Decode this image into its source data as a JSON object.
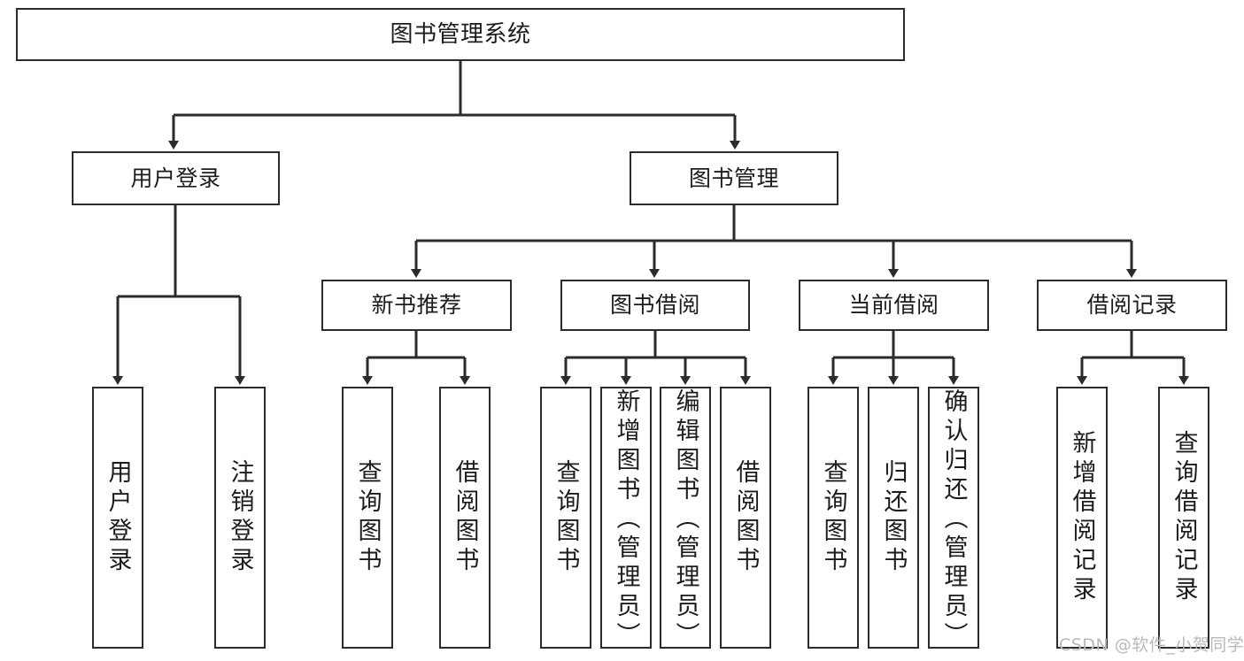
{
  "diagram": {
    "kind": "tree",
    "title": "图书管理系统",
    "style": {
      "box_border": "#2b2b2b",
      "box_fill": "#ffffff",
      "edge_color": "#2b2b2b",
      "text_color": "#1c1c1c",
      "background": "#ffffff",
      "watermark_color": "#b9b9b9"
    },
    "nodes": {
      "root": "图书管理系统",
      "level2": {
        "user_login": "用户登录",
        "book_manage": "图书管理"
      },
      "level3": {
        "new_book_rec": "新书推荐",
        "book_borrow": "图书借阅",
        "current_borrow": "当前借阅",
        "borrow_record": "借阅记录"
      },
      "leaves": {
        "user_login": [
          "用户登录",
          "注销登录"
        ],
        "new_book_rec": [
          "查询图书",
          "借阅图书"
        ],
        "book_borrow": [
          "查询图书",
          "新增图书（管理员）",
          "编辑图书（管理员）",
          "借阅图书"
        ],
        "current_borrow": [
          "查询图书",
          "归还图书",
          "确认归还（管理员）"
        ],
        "borrow_record": [
          "新增借阅记录",
          "查询借阅记录"
        ]
      }
    },
    "watermark": "CSDN @软件_小贺同学"
  }
}
